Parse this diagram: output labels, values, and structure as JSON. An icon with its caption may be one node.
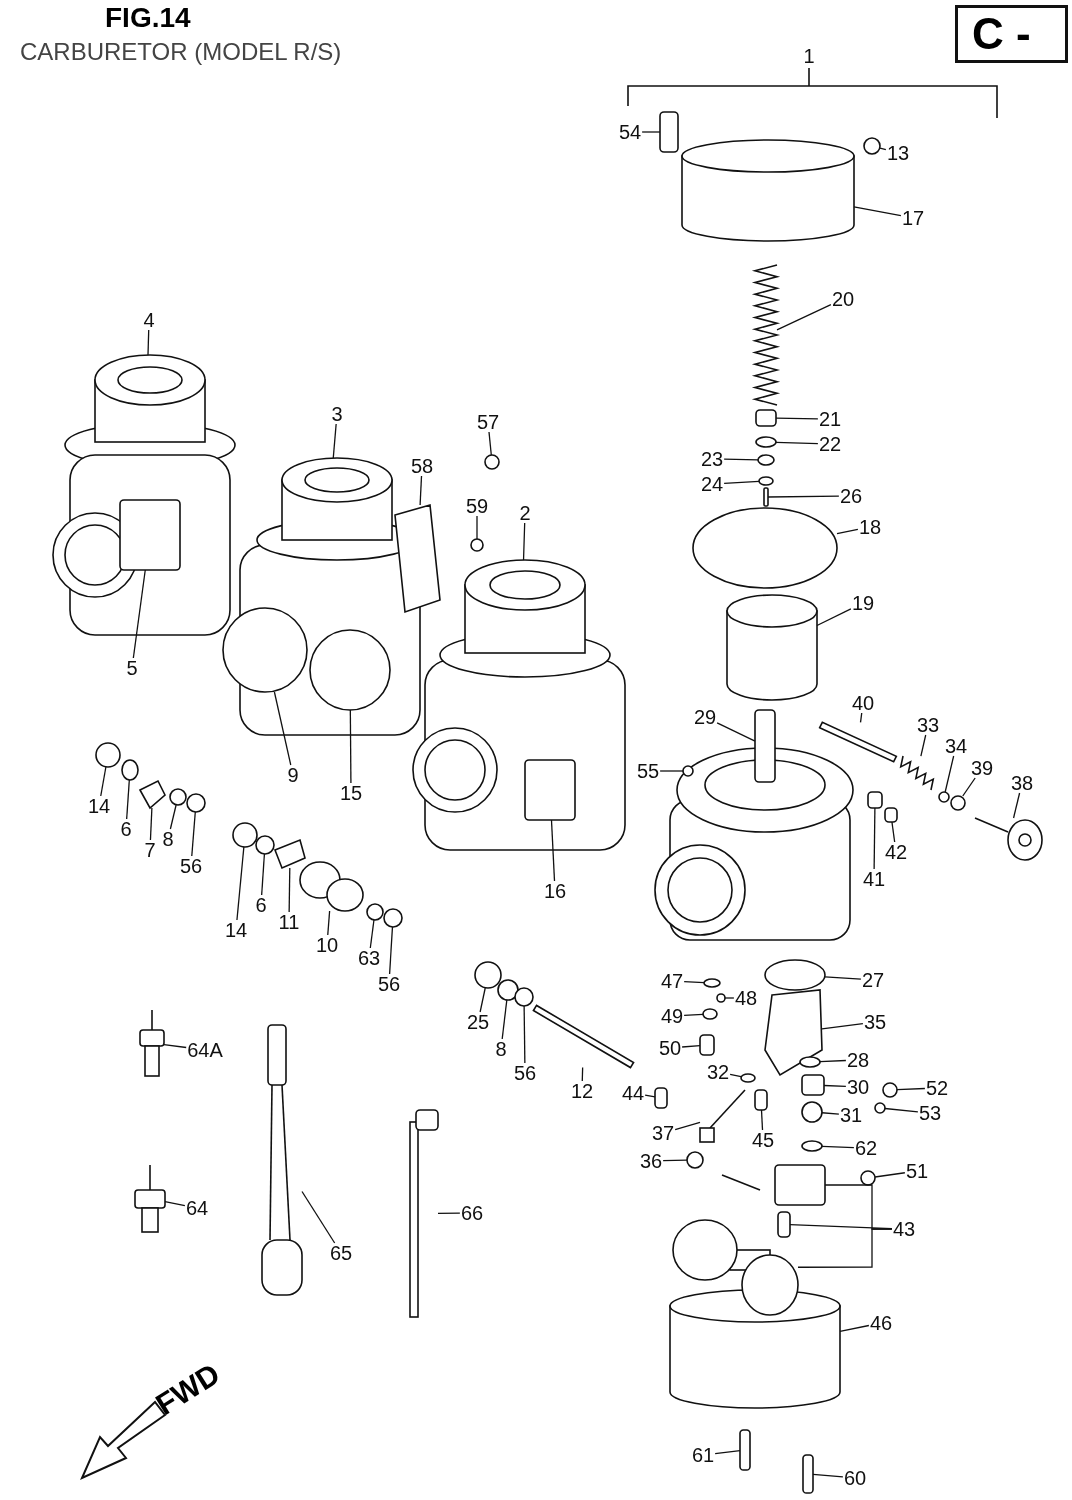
{
  "diagram": {
    "title": "CARBURETOR (MODEL R/S)",
    "nodes": [
      {
        "text": [
          "C -"
        ]
      },
      {
        "text": [
          "54"
        ]
      },
      {
        "text": [
          "13"
        ]
      },
      {
        "text": [
          "17"
        ]
      },
      {
        "text": [
          "20"
        ]
      },
      {
        "text": [
          "4"
        ]
      },
      {
        "text": [
          "3"
        ]
      },
      {
        "text": [
          "57"
        ]
      },
      {
        "text": [
          "21"
        ]
      },
      {
        "text": [
          "22"
        ]
      },
      {
        "text": [
          "23"
        ]
      },
      {
        "text": [
          "24"
        ]
      },
      {
        "text": [
          "58"
        ]
      },
      {
        "text": [
          "59"
        ]
      },
      {
        "text": [
          "2"
        ]
      },
      {
        "text": [
          "26"
        ]
      },
      {
        "text": [
          "18"
        ]
      },
      {
        "text": [
          "19"
        ]
      },
      {
        "text": [
          "5"
        ]
      },
      {
        "text": [
          "29"
        ]
      },
      {
        "text": [
          "40"
        ]
      },
      {
        "text": [
          "33"
        ]
      },
      {
        "text": [
          "34"
        ]
      },
      {
        "text": [
          "39"
        ]
      },
      {
        "text": [
          "38"
        ]
      },
      {
        "text": [
          "55"
        ]
      },
      {
        "text": [
          "9"
        ]
      },
      {
        "text": [
          "15"
        ]
      },
      {
        "text": [
          "14"
        ]
      },
      {
        "text": [
          "6"
        ]
      },
      {
        "text": [
          "7"
        ]
      },
      {
        "text": [
          "8"
        ]
      },
      {
        "text": [
          "56"
        ]
      },
      {
        "text": [
          "41"
        ]
      },
      {
        "text": [
          "42"
        ]
      },
      {
        "text": [
          "16"
        ]
      },
      {
        "text": [
          "14"
        ]
      },
      {
        "text": [
          "6"
        ]
      },
      {
        "text": [
          "11"
        ]
      },
      {
        "text": [
          "10"
        ]
      },
      {
        "text": [
          "63"
        ]
      },
      {
        "text": [
          "56"
        ]
      },
      {
        "text": [
          "47"
        ]
      },
      {
        "text": [
          "27"
        ]
      },
      {
        "text": [
          "48"
        ]
      },
      {
        "text": [
          "49"
        ]
      },
      {
        "text": [
          "35"
        ]
      },
      {
        "text": [
          "25"
        ]
      },
      {
        "text": [
          "8"
        ]
      },
      {
        "text": [
          "56"
        ]
      },
      {
        "text": [
          "64A"
        ]
      },
      {
        "text": [
          "50"
        ]
      },
      {
        "text": [
          "28"
        ]
      },
      {
        "text": [
          "30"
        ]
      },
      {
        "text": [
          "52"
        ]
      },
      {
        "text": [
          "12"
        ]
      },
      {
        "text": [
          "44"
        ]
      },
      {
        "text": [
          "32"
        ]
      },
      {
        "text": [
          "31"
        ]
      },
      {
        "text": [
          "53"
        ]
      },
      {
        "text": [
          "37"
        ]
      },
      {
        "text": [
          "45"
        ]
      },
      {
        "text": [
          "62"
        ]
      },
      {
        "text": [
          "36"
        ]
      },
      {
        "text": [
          "51"
        ]
      },
      {
        "text": [
          "64"
        ]
      },
      {
        "text": [
          "66"
        ]
      },
      {
        "text": [
          "43"
        ]
      },
      {
        "text": [
          "65"
        ]
      },
      {
        "text": [
          "46"
        ]
      },
      {
        "text": [
          "61"
        ]
      },
      {
        "text": [
          "60"
        ]
      },
      {
        "text": [],
        "shape": "box"
      },
      {
        "text": [],
        "shape": "circle"
      },
      {
        "text": [],
        "shape": "cylinder"
      },
      {
        "text": [],
        "shape": "picture"
      },
      {
        "text": [],
        "shape": "picture"
      },
      {
        "text": [],
        "shape": "picture"
      },
      {
        "text": [],
        "shape": "circle"
      },
      {
        "text": [],
        "shape": "box"
      },
      {
        "text": [],
        "shape": "circle"
      },
      {
        "text": [],
        "shape": "circle"
      },
      {
        "text": [],
        "shape": "circle"
      },
      {
        "text": [],
        "shape": "picture"
      },
      {
        "text": [],
        "shape": "circle"
      },
      {
        "text": [],
        "shape": "picture"
      },
      {
        "text": [],
        "shape": "box"
      },
      {
        "text": [],
        "shape": "circle"
      },
      {
        "text": [],
        "shape": "cylinder"
      },
      {
        "text": [],
        "shape": "box",
        "in": 76
      },
      {
        "text": [],
        "shape": "box"
      },
      {
        "text": [],
        "shape": "bar"
      },
      {
        "text": [],
        "shape": "picture"
      },
      {
        "text": [],
        "shape": "circle"
      },
      {
        "text": [],
        "shape": "circle"
      },
      {
        "text": [],
        "shape": "picture"
      },
      {
        "text": [],
        "shape": "circle"
      },
      {
        "text": [],
        "shape": "circle",
        "in": 77
      },
      {
        "text": [],
        "shape": "circle",
        "in": 77
      },
      {
        "text": [],
        "shape": "circle"
      },
      {
        "text": [],
        "shape": "circle"
      },
      {
        "text": [],
        "shape": "picture"
      },
      {
        "text": [],
        "shape": "circle"
      },
      {
        "text": [],
        "shape": "circle"
      },
      {
        "text": [],
        "shape": "box"
      },
      {
        "text": [],
        "shape": "box"
      },
      {
        "text": [],
        "shape": "box",
        "in": 85
      },
      {
        "text": [],
        "shape": "circle"
      },
      {
        "text": [],
        "shape": "circle"
      },
      {
        "text": [],
        "shape": "picture"
      },
      {
        "text": [],
        "shape": "picture"
      },
      {
        "text": [],
        "shape": "circle"
      },
      {
        "text": [],
        "shape": "circle"
      },
      {
        "text": [],
        "shape": "circle"
      },
      {
        "text": [],
        "shape": "circle"
      },
      {
        "text": [],
        "shape": "circle"
      },
      {
        "text": [],
        "shape": "circle"
      },
      {
        "text": [],
        "shape": "picture"
      },
      {
        "text": [],
        "shape": "circle"
      },
      {
        "text": [],
        "shape": "circle"
      },
      {
        "text": [],
        "shape": "circle"
      },
      {
        "text": [],
        "shape": "picture"
      },
      {
        "text": [],
        "shape": "box"
      },
      {
        "text": [],
        "shape": "circle"
      },
      {
        "text": [],
        "shape": "box"
      },
      {
        "text": [],
        "shape": "circle"
      },
      {
        "text": [],
        "shape": "bar"
      },
      {
        "text": [],
        "shape": "box"
      },
      {
        "text": [],
        "shape": "circle"
      },
      {
        "text": [],
        "shape": "circle"
      },
      {
        "text": [],
        "shape": "circle"
      },
      {
        "text": [],
        "shape": "picture"
      },
      {
        "text": [],
        "shape": "box"
      },
      {
        "text": [],
        "shape": "circle"
      },
      {
        "text": [],
        "shape": "circle"
      },
      {
        "text": [],
        "shape": "circle"
      },
      {
        "text": [],
        "shape": "picture"
      },
      {
        "text": [],
        "shape": "picture"
      },
      {
        "text": [],
        "shape": "box"
      },
      {
        "text": [],
        "shape": "picture"
      },
      {
        "text": [],
        "shape": "cylinder"
      },
      {
        "text": [],
        "shape": "box"
      },
      {
        "text": [],
        "shape": "box"
      },
      {
        "text": [],
        "shape": "box"
      },
      {
        "text": [],
        "shape": "picture"
      }
    ],
    "edges": [
      {
        "from": 1,
        "to": 72,
        "arrow": "none"
      },
      {
        "from": 2,
        "to": 73,
        "arrow": "none"
      },
      {
        "from": 3,
        "to": 74,
        "arrow": "none"
      },
      {
        "from": 4,
        "to": 75,
        "arrow": "none"
      },
      {
        "from": 5,
        "to": 76,
        "arrow": "none"
      },
      {
        "from": 6,
        "to": 77,
        "arrow": "none"
      },
      {
        "from": 7,
        "to": 78,
        "arrow": "none"
      },
      {
        "from": 8,
        "to": 79,
        "arrow": "none"
      },
      {
        "from": 9,
        "to": 80,
        "arrow": "none"
      },
      {
        "from": 10,
        "to": 81,
        "arrow": "none"
      },
      {
        "from": 11,
        "to": 82,
        "arrow": "none"
      },
      {
        "from": 12,
        "to": 83,
        "arrow": "none"
      },
      {
        "from": 13,
        "to": 84,
        "arrow": "none"
      },
      {
        "from": 14,
        "to": 85,
        "arrow": "none"
      },
      {
        "from": 15,
        "to": 86,
        "arrow": "none"
      },
      {
        "from": 16,
        "to": 87,
        "arrow": "none"
      },
      {
        "from": 17,
        "to": 88,
        "arrow": "none"
      },
      {
        "from": 18,
        "to": 89,
        "arrow": "none"
      },
      {
        "from": 19,
        "to": 90,
        "arrow": "none"
      },
      {
        "from": 20,
        "to": 91,
        "arrow": "none"
      },
      {
        "from": 21,
        "to": 92,
        "arrow": "none"
      },
      {
        "from": 22,
        "to": 93,
        "arrow": "none"
      },
      {
        "from": 23,
        "to": 94,
        "arrow": "none"
      },
      {
        "from": 24,
        "to": 95,
        "arrow": "none"
      },
      {
        "from": 25,
        "to": 96,
        "arrow": "none"
      },
      {
        "from": 26,
        "to": 97,
        "arrow": "none"
      },
      {
        "from": 27,
        "to": 98,
        "arrow": "none"
      },
      {
        "from": 28,
        "to": 99,
        "arrow": "none"
      },
      {
        "from": 29,
        "to": 100,
        "arrow": "none"
      },
      {
        "from": 30,
        "to": 101,
        "arrow": "none"
      },
      {
        "from": 31,
        "to": 102,
        "arrow": "none"
      },
      {
        "from": 32,
        "to": 103,
        "arrow": "none"
      },
      {
        "from": 33,
        "to": 104,
        "arrow": "none"
      },
      {
        "from": 34,
        "to": 105,
        "arrow": "none"
      },
      {
        "from": 35,
        "to": 106,
        "arrow": "none"
      },
      {
        "from": 36,
        "to": 107,
        "arrow": "none"
      },
      {
        "from": 37,
        "to": 108,
        "arrow": "none"
      },
      {
        "from": 38,
        "to": 109,
        "arrow": "none"
      },
      {
        "from": 39,
        "to": 110,
        "arrow": "none"
      },
      {
        "from": 40,
        "to": 111,
        "arrow": "none"
      },
      {
        "from": 41,
        "to": 112,
        "arrow": "none"
      },
      {
        "from": 42,
        "to": 113,
        "arrow": "none"
      },
      {
        "from": 43,
        "to": 114,
        "arrow": "none"
      },
      {
        "from": 44,
        "to": 115,
        "arrow": "none"
      },
      {
        "from": 45,
        "to": 116,
        "arrow": "none"
      },
      {
        "from": 46,
        "to": 117,
        "arrow": "none"
      },
      {
        "from": 47,
        "to": 118,
        "arrow": "none"
      },
      {
        "from": 48,
        "to": 119,
        "arrow": "none"
      },
      {
        "from": 49,
        "to": 120,
        "arrow": "none"
      },
      {
        "from": 50,
        "to": 121,
        "arrow": "none"
      },
      {
        "from": 51,
        "to": 122,
        "arrow": "none"
      },
      {
        "from": 52,
        "to": 123,
        "arrow": "none"
      },
      {
        "from": 53,
        "to": 124,
        "arrow": "none"
      },
      {
        "from": 54,
        "to": 125,
        "arrow": "none"
      },
      {
        "from": 55,
        "to": 126,
        "arrow": "none"
      },
      {
        "from": 56,
        "to": 127,
        "arrow": "none"
      },
      {
        "from": 57,
        "to": 128,
        "arrow": "none"
      },
      {
        "from": 58,
        "to": 129,
        "arrow": "none"
      },
      {
        "from": 59,
        "to": 130,
        "arrow": "none"
      },
      {
        "from": 60,
        "to": 131,
        "arrow": "none"
      },
      {
        "from": 61,
        "to": 132,
        "arrow": "none"
      },
      {
        "from": 62,
        "to": 133,
        "arrow": "none"
      },
      {
        "from": 63,
        "to": 134,
        "arrow": "none"
      },
      {
        "from": 64,
        "to": 135,
        "arrow": "none"
      },
      {
        "from": 65,
        "to": 136,
        "arrow": "none"
      },
      {
        "from": 66,
        "to": 137,
        "arrow": "none"
      },
      {
        "from": 67,
        "to": 138,
        "arrow": "none"
      },
      {
        "from": 67,
        "to": 143,
        "arrow": "none"
      },
      {
        "from": 67,
        "to": 144,
        "arrow": "none"
      },
      {
        "from": 68,
        "to": 139,
        "arrow": "none"
      },
      {
        "from": 69,
        "to": 140,
        "arrow": "none"
      },
      {
        "from": 70,
        "to": 141,
        "arrow": "none"
      },
      {
        "from": 71,
        "to": 142,
        "arrow": "none"
      }
    ],
    "labels": [
      "FIG.14",
      "1",
      "FWD"
    ]
  }
}
